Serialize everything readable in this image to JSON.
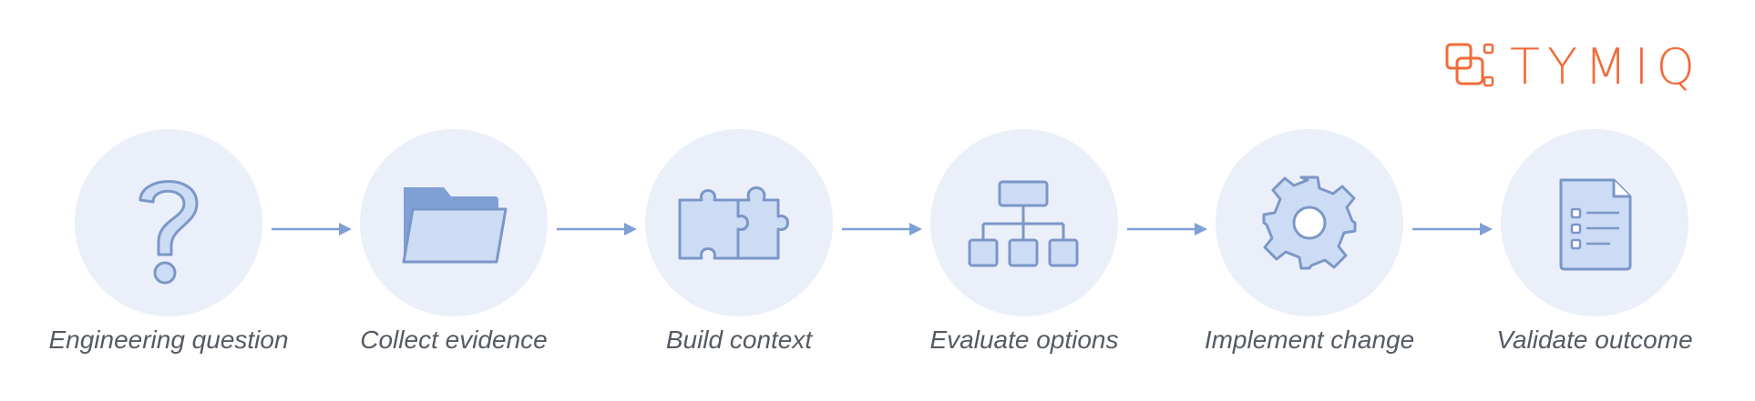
{
  "brand": {
    "name": "TYMIQ",
    "color": "#f26b3a"
  },
  "colors": {
    "circle": "#eaeff9",
    "icon_fill": "#cddcf5",
    "icon_dark": "#7f9fd5",
    "icon_stroke": "#7b97c7",
    "arrow": "#7f9fd5"
  },
  "steps": [
    {
      "label": "Engineering question",
      "icon": "question-mark-icon"
    },
    {
      "label": "Collect evidence",
      "icon": "folder-icon"
    },
    {
      "label": "Build context",
      "icon": "puzzle-icon"
    },
    {
      "label": "Evaluate options",
      "icon": "hierarchy-icon"
    },
    {
      "label": "Implement change",
      "icon": "gear-icon"
    },
    {
      "label": "Validate outcome",
      "icon": "document-checklist-icon"
    }
  ]
}
